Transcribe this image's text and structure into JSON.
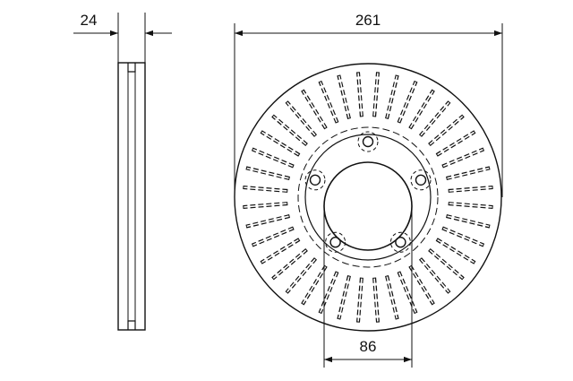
{
  "drawing": {
    "thickness_dimension": "24",
    "outer_diameter_dimension": "261",
    "center_bore_dimension": "86",
    "bolt_holes": 5,
    "cooling_vanes": 40,
    "line_color": "#111111",
    "background_color": "#ffffff"
  }
}
